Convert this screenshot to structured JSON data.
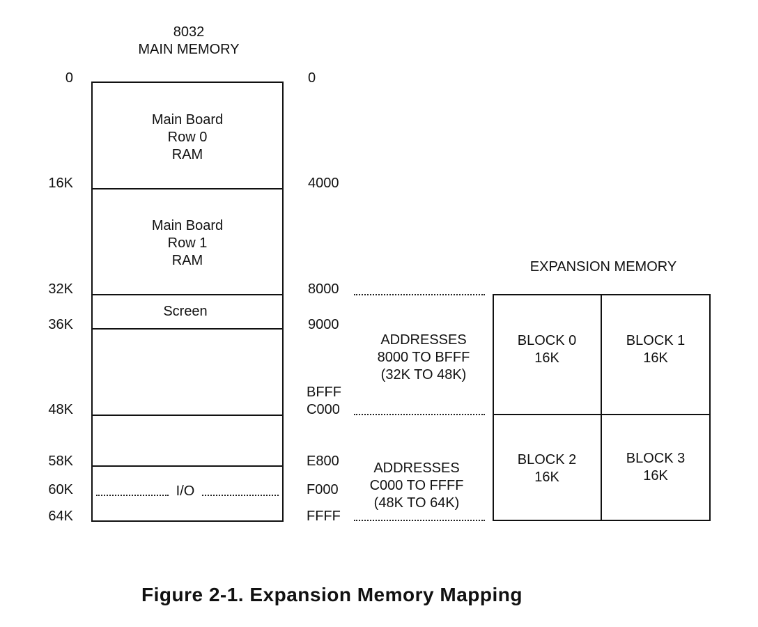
{
  "main_memory": {
    "title_line1": "8032",
    "title_line2": "MAIN MEMORY",
    "left_labels": [
      "0",
      "16K",
      "32K",
      "36K",
      "48K",
      "58K",
      "60K",
      "64K"
    ],
    "right_labels": [
      "0",
      "4000",
      "8000",
      "9000",
      "BFFF",
      "C000",
      "E800",
      "F000",
      "FFFF"
    ],
    "regions": [
      {
        "lines": [
          "Main Board",
          "Row 0",
          "RAM"
        ]
      },
      {
        "lines": [
          "Main Board",
          "Row 1",
          "RAM"
        ]
      },
      {
        "lines": [
          "Screen"
        ]
      },
      {
        "lines": []
      },
      {
        "lines": []
      },
      {
        "lines": [
          "I/O"
        ]
      }
    ]
  },
  "address_ranges": [
    {
      "lines": [
        "ADDRESSES",
        "8000 TO BFFF",
        "(32K TO 48K)"
      ]
    },
    {
      "lines": [
        "ADDRESSES",
        "C000 TO FFFF",
        "(48K TO 64K)"
      ]
    }
  ],
  "expansion_memory": {
    "title": "EXPANSION MEMORY",
    "blocks": [
      {
        "name": "BLOCK 0",
        "size": "16K"
      },
      {
        "name": "BLOCK 1",
        "size": "16K"
      },
      {
        "name": "BLOCK 2",
        "size": "16K"
      },
      {
        "name": "BLOCK 3",
        "size": "16K"
      }
    ]
  },
  "caption": "Figure 2-1. Expansion Memory Mapping"
}
